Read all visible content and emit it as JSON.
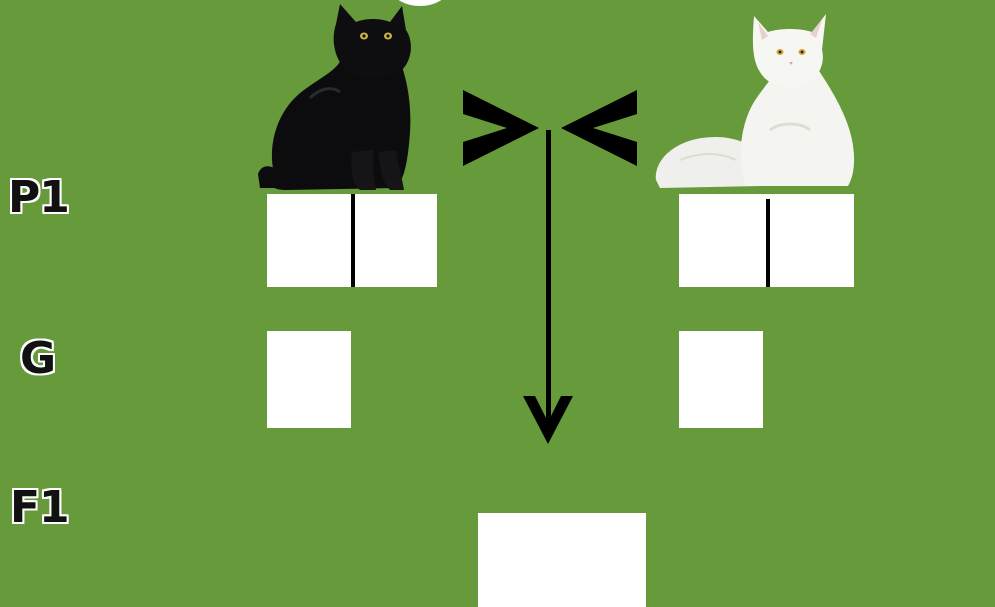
{
  "diagram": {
    "rows": [
      {
        "id": "p1",
        "label": "P1"
      },
      {
        "id": "g",
        "label": "G"
      },
      {
        "id": "f1",
        "label": "F1"
      }
    ],
    "parents": [
      {
        "id": "left",
        "icon": "black-cat",
        "fur_color": "#0d0d0f"
      },
      {
        "id": "right",
        "icon": "white-cat",
        "fur_color": "#f3f3f1"
      }
    ],
    "cross_symbol": "cross-arrow",
    "colors": {
      "background": "#669a3a",
      "box": "#ffffff",
      "ink": "#000000"
    }
  }
}
